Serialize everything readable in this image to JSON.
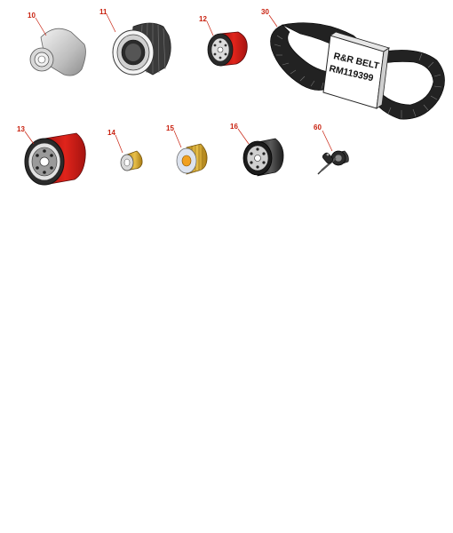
{
  "diagram": {
    "parts": [
      {
        "callout": "10",
        "icon": "air-filter-outer-cone-icon"
      },
      {
        "callout": "11",
        "icon": "air-filter-inner-element-icon"
      },
      {
        "callout": "12",
        "icon": "oil-filter-red-small-icon"
      },
      {
        "callout": "30",
        "icon": "drive-belt-icon",
        "tag_lines": [
          "R&R BELT",
          "RM119399"
        ]
      },
      {
        "callout": "13",
        "icon": "oil-filter-red-large-icon"
      },
      {
        "callout": "14",
        "icon": "fuel-filter-small-icon"
      },
      {
        "callout": "15",
        "icon": "fuel-filter-element-icon"
      },
      {
        "callout": "16",
        "icon": "hydraulic-filter-black-icon"
      },
      {
        "callout": "60",
        "icon": "ignition-key-switch-icon"
      }
    ]
  }
}
